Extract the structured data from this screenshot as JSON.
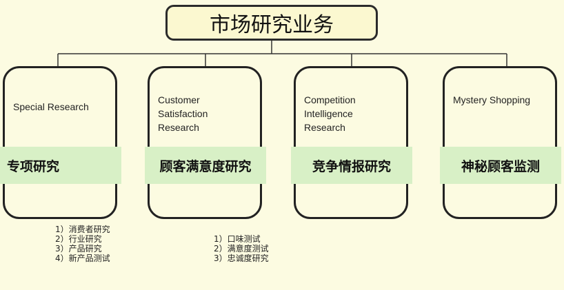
{
  "root": {
    "label": "市场研究业务"
  },
  "cards": [
    {
      "en": "Special Research",
      "zh": "专项研究"
    },
    {
      "en": "Customer\nSatisfaction\nResearch",
      "zh": "顾客满意度研究"
    },
    {
      "en": "Competition\nIntelligence\nResearch",
      "zh": "竞争情报研究"
    },
    {
      "en": "Mystery Shopping",
      "zh": "神秘顾客监测"
    }
  ],
  "lists": {
    "special": [
      "1）消费者研究",
      "2）行业研究",
      "3）产品研究",
      "4）新产品测试"
    ],
    "satisfaction": [
      "1）口味测试",
      "2）满意度测试",
      "3）忠诚度研究"
    ]
  },
  "colors": {
    "background": "#fcfbe1",
    "band": "#d8f0c6",
    "root_fill": "#fbf8d0",
    "border": "#222222"
  }
}
